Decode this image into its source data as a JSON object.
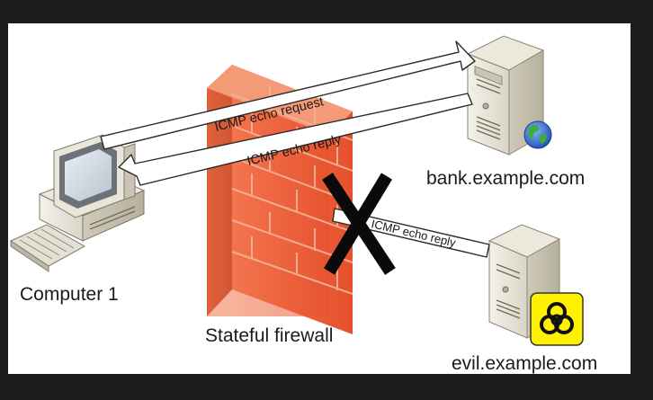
{
  "nodes": {
    "client": "Computer 1",
    "firewall": "Stateful firewall",
    "bank_server": "bank.example.com",
    "evil_server": "evil.example.com"
  },
  "flows": {
    "request": "ICMP echo request",
    "reply_from_bank": "ICMP echo reply",
    "reply_from_evil": "ICMP echo reply"
  },
  "icons": {
    "client": "desktop-computer-icon",
    "firewall": "brick-wall-icon",
    "bank_server": "server-tower-icon",
    "bank_badge": "globe-icon",
    "evil_server": "server-tower-icon",
    "evil_badge": "biohazard-icon",
    "blocked": "x-mark-icon"
  },
  "colors": {
    "background": "#1c1c1c",
    "canvas": "#ffffff",
    "firewall": "#f0623b",
    "biohazard_badge": "#fff200"
  }
}
